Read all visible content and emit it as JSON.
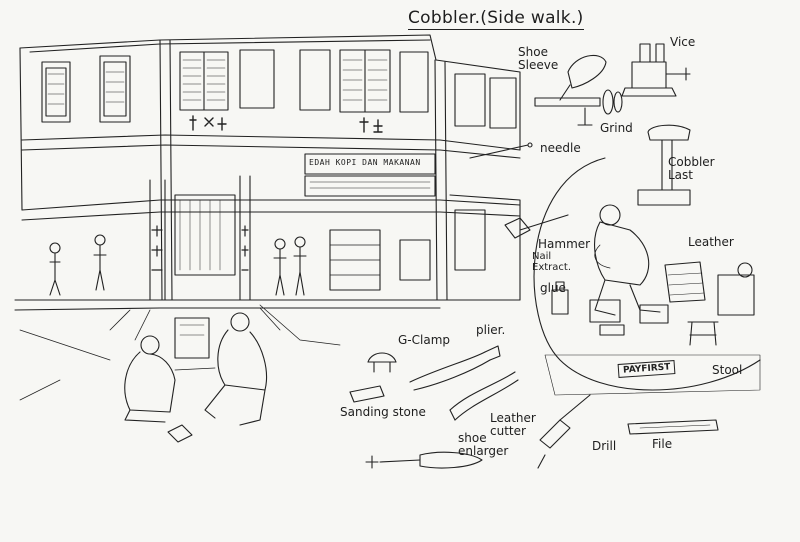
{
  "title": "Cobbler.(Side walk.)",
  "shop_sign": "EDAH KOPI DAN MAKANAN",
  "payfirst_sign": "PAYFIRST",
  "labels": {
    "shoe_sleeve": "Shoe\nSleeve",
    "vice": "Vice",
    "grind": "Grind",
    "needle": "needle",
    "cobbler_last": "Cobbler\nLast",
    "hammer": "Hammer",
    "nail_extract": "Nail\nExtract.",
    "glue": "glue",
    "leather": "Leather",
    "stool": "Stool",
    "g_clamp": "G-Clamp",
    "plier": "plier.",
    "sanding_stone": "Sanding stone",
    "leather_cutter": "Leather\ncutter",
    "shoe_enlarger": "shoe\nenlarger",
    "drill": "Drill",
    "file": "File"
  },
  "colors": {
    "ink": "#222222",
    "paper": "#f7f7f4"
  }
}
